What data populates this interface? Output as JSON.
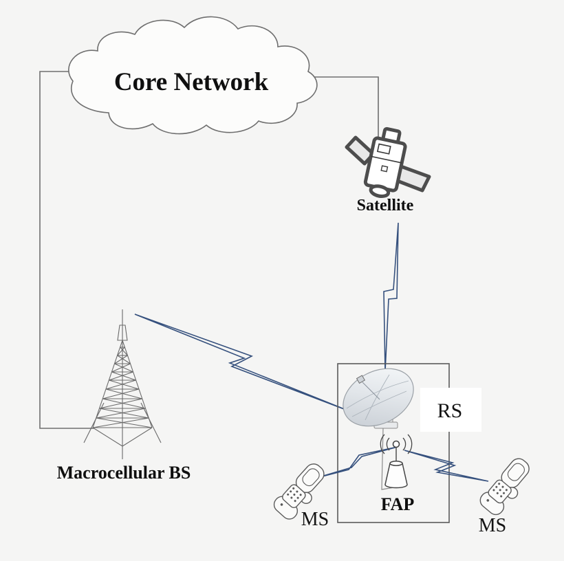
{
  "labels": {
    "core_network": "Core Network",
    "satellite": "Satellite",
    "macro_bs": "Macrocellular BS",
    "rs": "RS",
    "fap": "FAP",
    "ms_left": "MS",
    "ms_right": "MS"
  },
  "links": {
    "wired": [
      {
        "from": "core-network",
        "to": "macrocellular-bs"
      },
      {
        "from": "core-network",
        "to": "satellite"
      }
    ],
    "wireless": [
      {
        "from": "satellite",
        "to": "rs"
      },
      {
        "from": "macrocellular-bs",
        "to": "rs"
      },
      {
        "from": "fap",
        "to": "ms-left"
      },
      {
        "from": "fap",
        "to": "ms-right"
      }
    ]
  },
  "colors": {
    "background": "#f5f5f4",
    "wired_link": "#6e6e6e",
    "wireless_link": "#35507d",
    "icon_outline": "#4d4d4d",
    "box_border": "#5a5a5a",
    "text": "#0f0f0f",
    "solar_panel_fill": "#e8e8e8",
    "dish_fill_light": "#f6f8fa",
    "dish_fill_dark": "#c4cad1"
  }
}
